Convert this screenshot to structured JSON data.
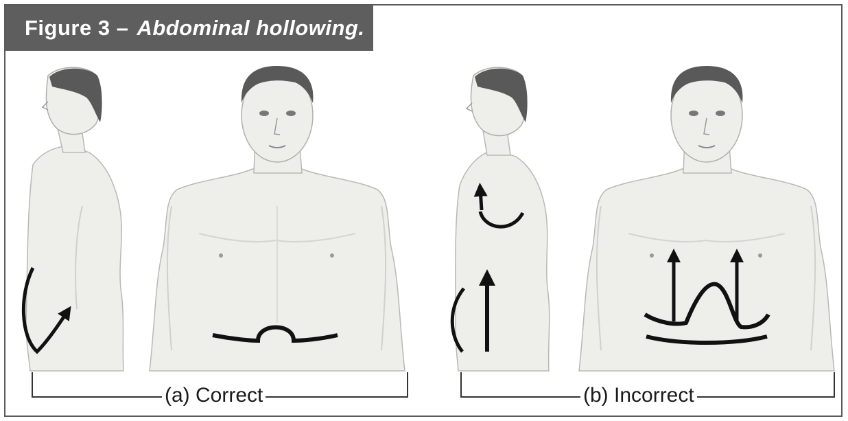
{
  "figure": {
    "label": "Figure 3 –",
    "caption": "Abdominal hollowing."
  },
  "panels": [
    {
      "label": "(a) Correct"
    },
    {
      "label": "(b) Incorrect"
    }
  ],
  "colors": {
    "title_bg": "#5e5e5e",
    "skin": "#eeeeea",
    "hair": "#555555",
    "arrow": "#111111"
  }
}
